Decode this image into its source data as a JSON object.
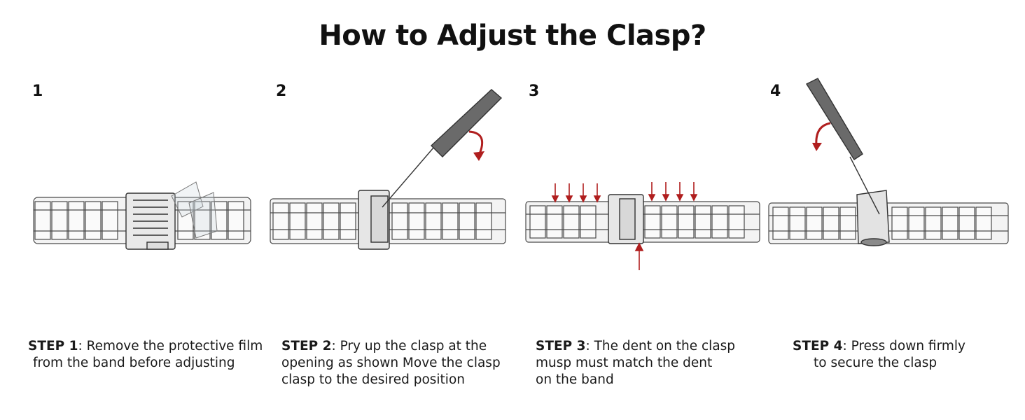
{
  "title": "How to Adjust the Clasp?",
  "colors": {
    "accent_red": "#b01e1e",
    "ink": "#4a4a4a",
    "text": "#111111"
  },
  "steps": [
    {
      "number": "1",
      "label": "STEP 1",
      "lines": [
        ": Remove the protective film",
        "from the band before adjusting"
      ]
    },
    {
      "number": "2",
      "label": "STEP 2",
      "lines": [
        ": Pry up the clasp at the",
        "opening as shown Move the clasp",
        "clasp to the desired position"
      ]
    },
    {
      "number": "3",
      "label": "STEP 3",
      "lines": [
        ": The dent on the clasp",
        "musp must match the dent",
        "on the band"
      ]
    },
    {
      "number": "4",
      "label": "STEP 4",
      "lines": [
        ": Press down firmly",
        "to secure the clasp"
      ]
    }
  ]
}
